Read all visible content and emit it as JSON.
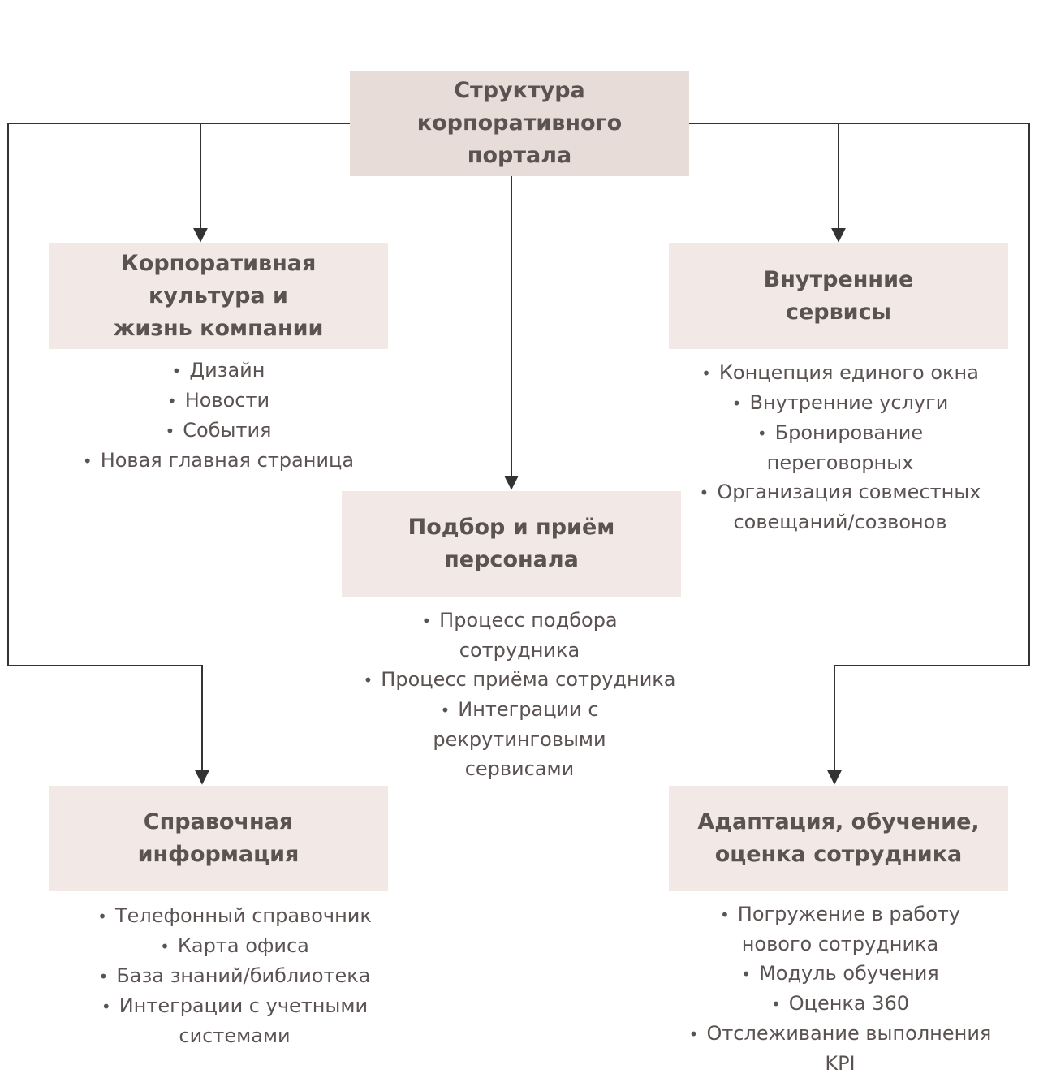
{
  "colors": {
    "line": "#333333",
    "root_box": "#e8dcd8",
    "node_box": "#f2e8e6",
    "text": "#5b5252"
  },
  "bullet_symbol": "•",
  "root": {
    "title_lines": [
      "Структура",
      "корпоративного",
      "портала"
    ]
  },
  "culture": {
    "title_lines": [
      "Корпоративная",
      "культура и",
      "жизнь компании"
    ],
    "items": [
      [
        "Дизайн"
      ],
      [
        "Новости"
      ],
      [
        "События"
      ],
      [
        "Новая главная страница"
      ]
    ]
  },
  "services": {
    "title_lines": [
      "Внутренние",
      "сервисы"
    ],
    "items": [
      [
        "Концепция единого окна"
      ],
      [
        "Внутренние услуги"
      ],
      [
        "Бронирование",
        "переговорных"
      ],
      [
        "Организация совместных",
        "совещаний/созвонов"
      ]
    ]
  },
  "recruiting": {
    "title_lines": [
      "Подбор и приём",
      "персонала"
    ],
    "items": [
      [
        "Процесс подбора",
        "сотрудника"
      ],
      [
        "Процесс приёма сотрудника"
      ],
      [
        "Интеграции с",
        "рекрутинговыми",
        "сервисами"
      ]
    ]
  },
  "reference": {
    "title_lines": [
      "Справочная",
      "информация"
    ],
    "items": [
      [
        "Телефонный справочник"
      ],
      [
        "Карта офиса"
      ],
      [
        "База знаний/библиотека"
      ],
      [
        "Интеграции с учетными",
        "системами"
      ]
    ]
  },
  "adaptation": {
    "title_lines": [
      "Адаптация, обучение,",
      "оценка сотрудника"
    ],
    "items": [
      [
        "Погружение в работу",
        "нового сотрудника"
      ],
      [
        "Модуль обучения"
      ],
      [
        "Оценка 360"
      ],
      [
        "Отслеживание выполнения",
        "KPI"
      ]
    ]
  }
}
